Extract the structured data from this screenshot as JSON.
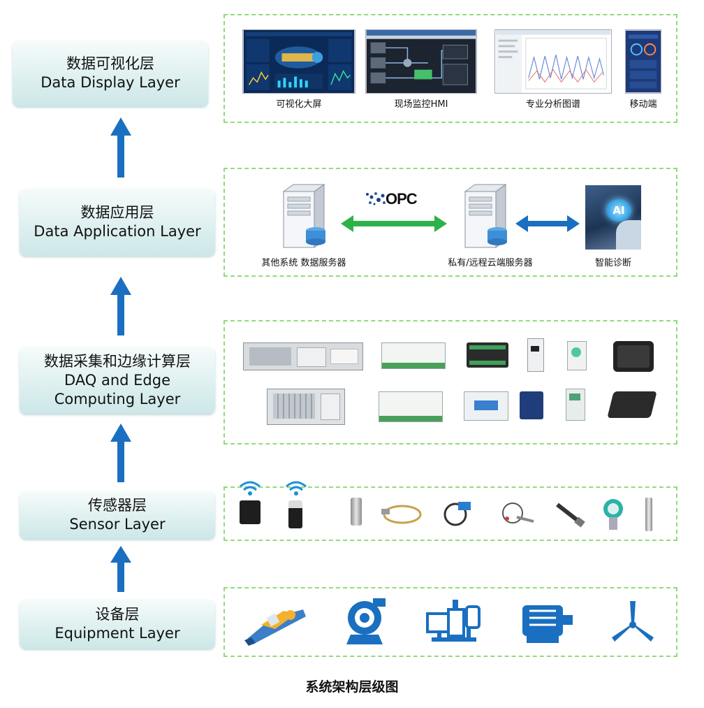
{
  "layers": [
    {
      "zh": "数据可视化层",
      "en": [
        "Data Display Layer"
      ]
    },
    {
      "zh": "数据应用层",
      "en": [
        "Data Application Layer"
      ]
    },
    {
      "zh": "数据采集和边缘计算层",
      "en": [
        "DAQ and Edge",
        "Computing Layer"
      ]
    },
    {
      "zh": "传感器层",
      "en": [
        "Sensor Layer"
      ]
    },
    {
      "zh": "设备层",
      "en": [
        "Equipment Layer"
      ]
    }
  ],
  "display_items": [
    "可视化大屏",
    "现场监控HMI",
    "专业分析图谱",
    "移动端"
  ],
  "application_items": [
    "其他系统 数据服务器",
    "私有/远程云端服务器",
    "智能诊断"
  ],
  "opc_label": "OPC",
  "ai_label": "AI",
  "caption": "系统架构层级图",
  "colors": {
    "arrow_blue": "#1a6fc0",
    "panel_green": "#8fdc7a",
    "link_green": "#2db24a",
    "link_blue": "#1a6fc0"
  }
}
